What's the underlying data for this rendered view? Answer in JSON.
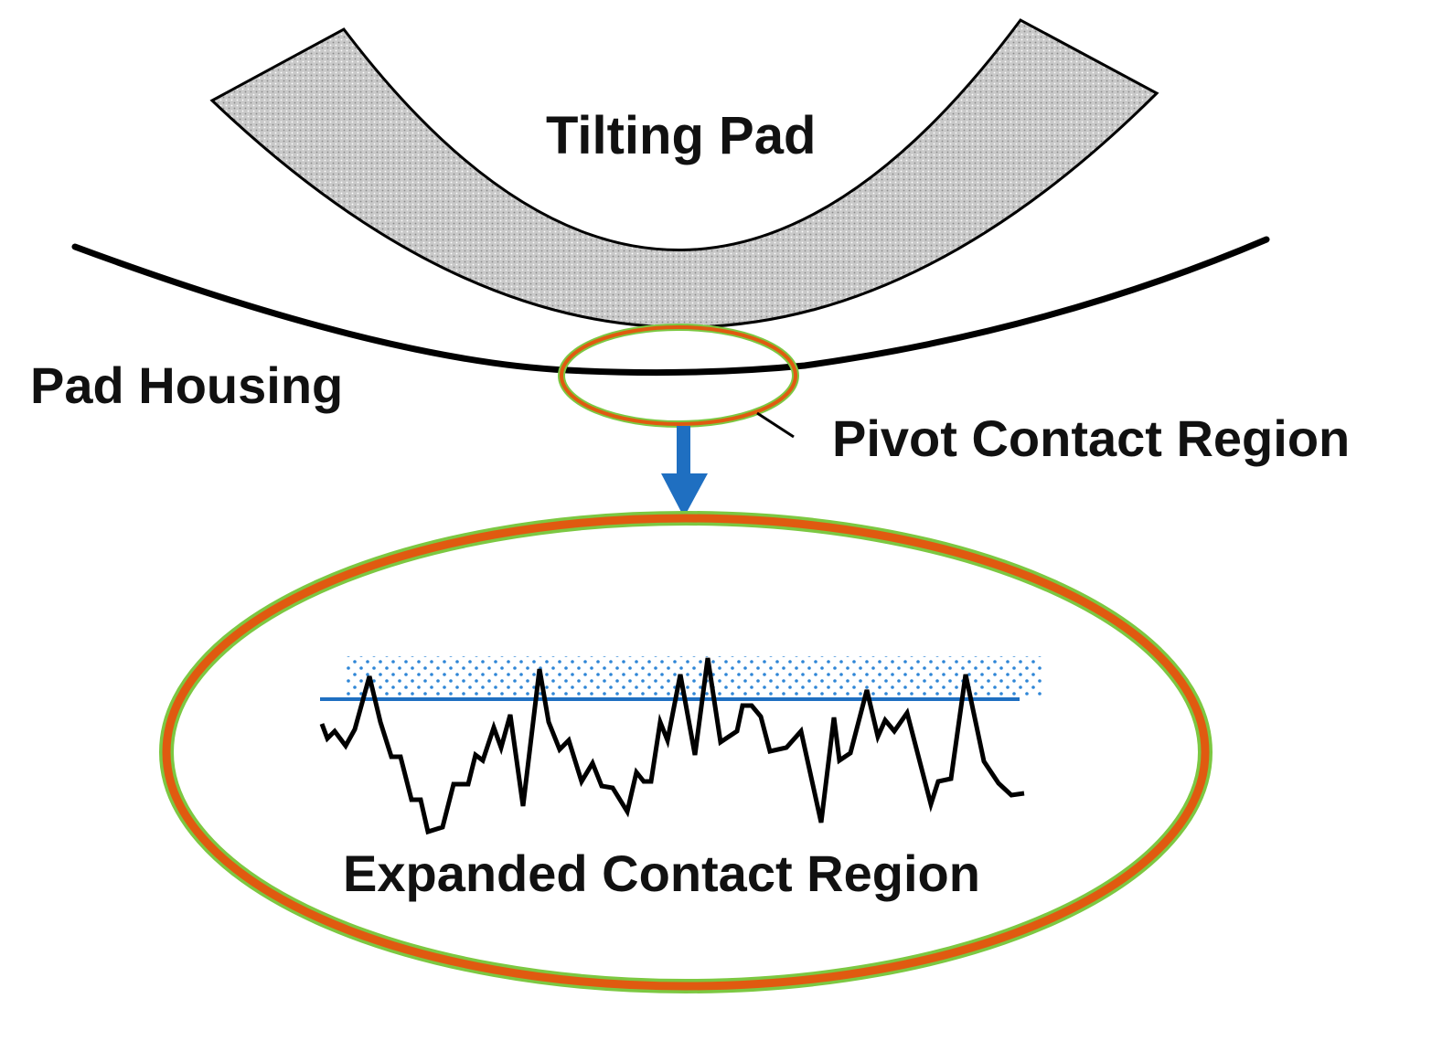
{
  "labels": {
    "tilting_pad": "Tilting Pad",
    "pad_housing": "Pad Housing",
    "pivot_contact_region": "Pivot Contact Region",
    "expanded_contact_region": "Expanded Contact Region"
  },
  "colors": {
    "outline": "#000000",
    "pad_fill": "#cfcfcf",
    "ellipse_outer": "#e05a10",
    "ellipse_edge": "#7cc842",
    "arrow": "#1f6fc1",
    "mean_line": "#1f6fc1",
    "asperity_band_dots": "#2f86d6"
  },
  "shapes": {
    "arrow": "down-arrow",
    "roughness_profile": "jagged-line"
  }
}
